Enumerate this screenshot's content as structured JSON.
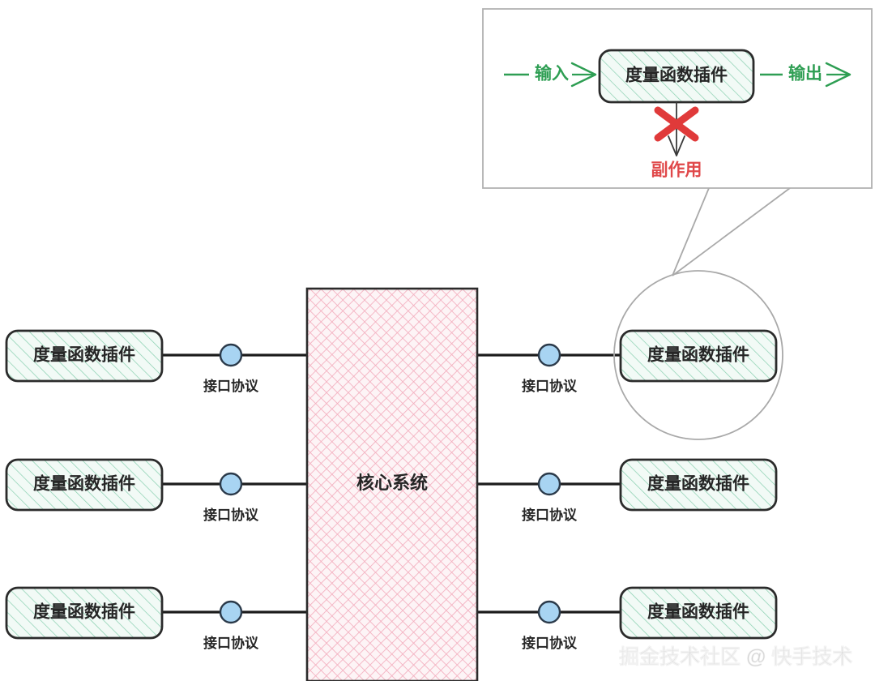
{
  "diagram": {
    "title": "Plugin architecture with metric function plugins around a core system",
    "colors": {
      "plugin_fill": "#f0f8f4",
      "plugin_hatch": "#7fc9a5",
      "plugin_border": "#2b2b2b",
      "core_fill": "#fdf2f4",
      "core_hatch": "#f4b8c4",
      "core_border": "#2b2b2b",
      "connector_dot_fill": "#a8d4f2",
      "connector_dot_border": "#2b3a4a",
      "connector_line": "#1c1c1c",
      "callout_border": "#b0b0b0",
      "magnifier_border": "#a9a9a9",
      "arrow_green": "#2e9e53",
      "side_effect_red": "#e0484a",
      "x_mark_red": "#e03a3a",
      "watermark": "#d6d6d6"
    },
    "core": {
      "label": "核心系统"
    },
    "connector_label": "接口协议",
    "left_plugins": [
      {
        "label": "度量函数插件"
      },
      {
        "label": "度量函数插件"
      },
      {
        "label": "度量函数插件"
      }
    ],
    "right_plugins": [
      {
        "label": "度量函数插件"
      },
      {
        "label": "度量函数插件"
      },
      {
        "label": "度量函数插件"
      }
    ],
    "left_connectors": [
      {
        "label": "接口协议"
      },
      {
        "label": "接口协议"
      },
      {
        "label": "接口协议"
      }
    ],
    "right_connectors": [
      {
        "label": "接口协议"
      },
      {
        "label": "接口协议"
      },
      {
        "label": "接口协议"
      }
    ],
    "callout": {
      "plugin_label": "度量函数插件",
      "input_label": "输入",
      "output_label": "输出",
      "side_effect_label": "副作用",
      "x_mark": "x-mark-icon"
    },
    "magnifier": {
      "target_plugin_label": "度量函数插件"
    },
    "watermark": {
      "text": "掘金技术社区 @ 快手技术"
    }
  }
}
